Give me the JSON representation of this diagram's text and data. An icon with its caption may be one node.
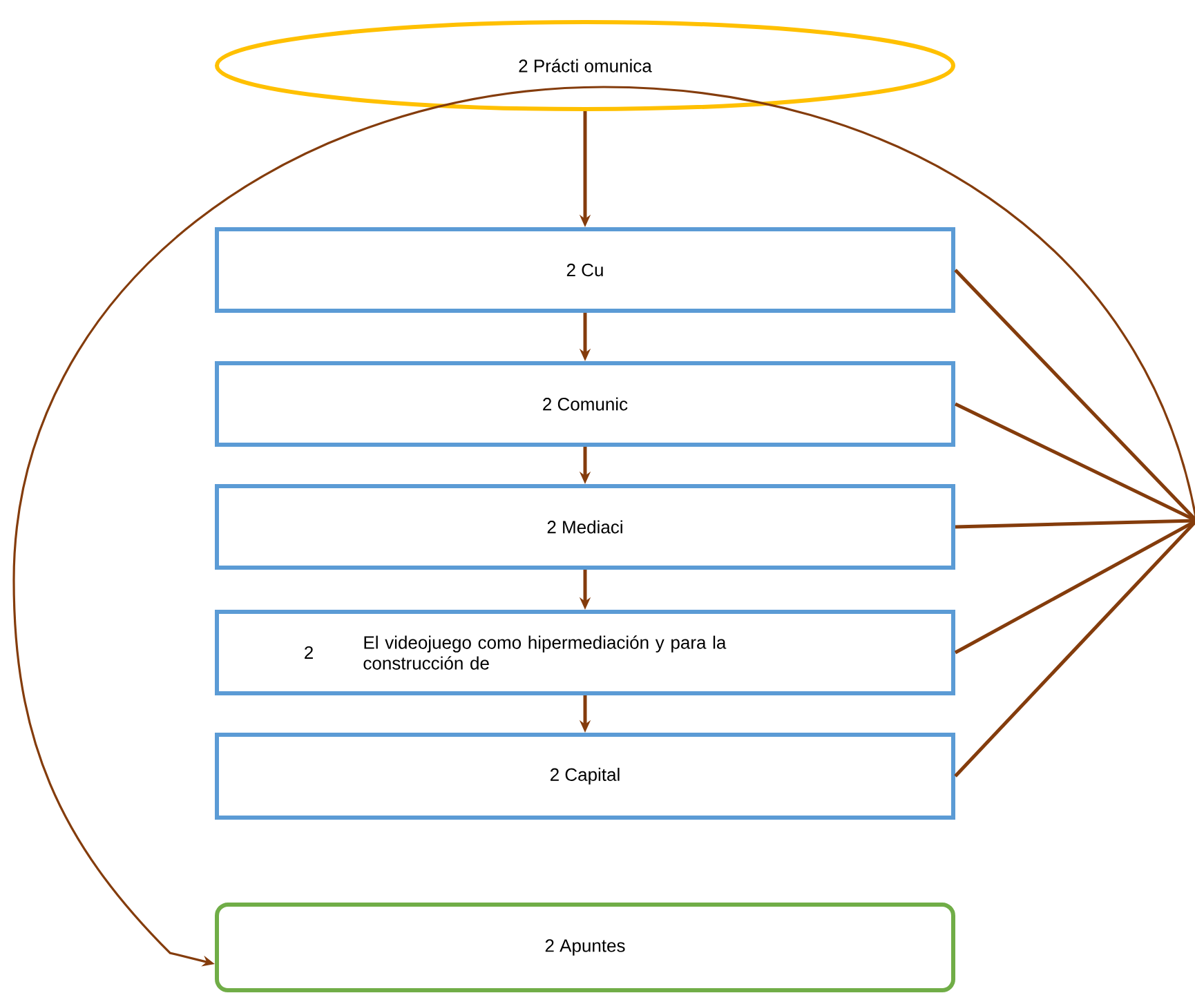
{
  "diagram": {
    "nodes": [
      {
        "text": [
          "2 Prácti omunica"
        ]
      },
      {
        "text": [
          "2 Cu"
        ]
      },
      {
        "text": [
          "2 Comunic"
        ]
      },
      {
        "text": [
          "2 Mediaci"
        ]
      },
      {
        "text": [
          "2",
          "El videojuego como hipermediación y para la construcción de"
        ]
      },
      {
        "text": [
          "2 Capital"
        ]
      },
      {
        "text": [
          "2 Apuntes"
        ]
      }
    ],
    "edges": [
      {
        "from": 0,
        "to": 1,
        "arrow": "to"
      },
      {
        "from": 1,
        "to": 2,
        "arrow": "to"
      },
      {
        "from": 2,
        "to": 3,
        "arrow": "to"
      },
      {
        "from": 3,
        "to": 4,
        "arrow": "to"
      },
      {
        "from": 4,
        "to": 5,
        "arrow": "to"
      },
      {
        "from": 1,
        "to": null,
        "arrow": "none"
      },
      {
        "from": 2,
        "to": null,
        "arrow": "none"
      },
      {
        "from": 3,
        "to": null,
        "arrow": "none"
      },
      {
        "from": 4,
        "to": null,
        "arrow": "none"
      },
      {
        "from": 5,
        "to": null,
        "arrow": "none"
      },
      {
        "from": null,
        "to": 6,
        "arrow": "to"
      }
    ]
  }
}
